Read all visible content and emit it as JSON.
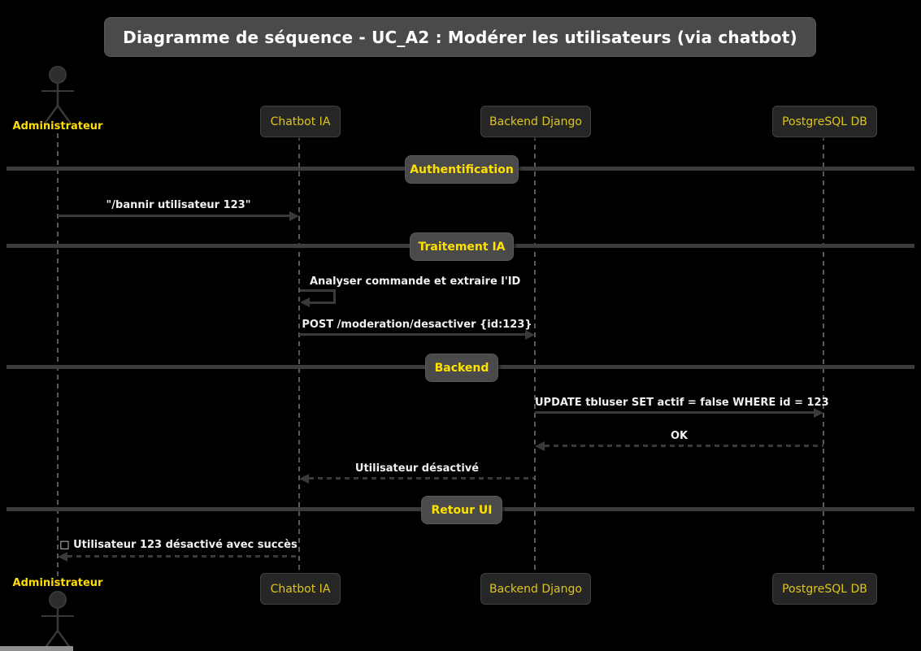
{
  "title": "Diagramme de séquence - UC_A2 : Modérer les utilisateurs (via chatbot)",
  "actor": {
    "label": "Administrateur"
  },
  "participants": [
    {
      "label": "Chatbot IA"
    },
    {
      "label": "Backend Django"
    },
    {
      "label": "PostgreSQL DB"
    }
  ],
  "dividers": [
    {
      "label": "Authentification"
    },
    {
      "label": "Traitement IA"
    },
    {
      "label": "Backend"
    },
    {
      "label": "Retour UI"
    }
  ],
  "messages": [
    {
      "label": "\"/bannir utilisateur 123\"",
      "from": "Administrateur",
      "to": "Chatbot IA",
      "style": "solid"
    },
    {
      "label": "Analyser commande et extraire l'ID",
      "from": "Chatbot IA",
      "to": "Chatbot IA",
      "style": "self"
    },
    {
      "label": "POST /moderation/desactiver {id:123}",
      "from": "Chatbot IA",
      "to": "Backend Django",
      "style": "solid"
    },
    {
      "label": "UPDATE tbluser SET actif = false WHERE id = 123",
      "from": "Backend Django",
      "to": "PostgreSQL DB",
      "style": "solid"
    },
    {
      "label": "OK",
      "from": "PostgreSQL DB",
      "to": "Backend Django",
      "style": "dashed"
    },
    {
      "label": "Utilisateur désactivé",
      "from": "Backend Django",
      "to": "Chatbot IA",
      "style": "dashed"
    },
    {
      "label": "□ Utilisateur 123 désactivé avec succès",
      "from": "Chatbot IA",
      "to": "Administrateur",
      "style": "dashed"
    }
  ],
  "colors": {
    "background": "#000000",
    "box_fill": "#4a4a4a",
    "participant_fill": "#262626",
    "accent_yellow": "#ffe100",
    "participant_yellow": "#ddc51c",
    "line_gray": "#3a3a3a",
    "message_text": "#f0f0f0",
    "title_text": "#ffffff"
  }
}
